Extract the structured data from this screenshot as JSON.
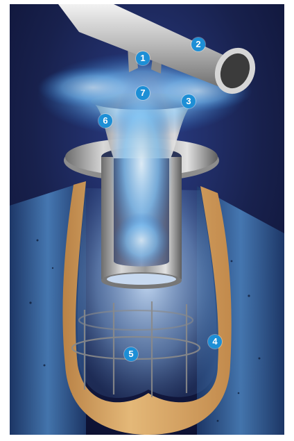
{
  "callouts": [
    "1",
    "2",
    "3",
    "4",
    "5",
    "6",
    "7"
  ],
  "colors": {
    "background": "#141a3a",
    "callout_fill": "#1d8fd6",
    "steam": "#8fd3ff",
    "metal": "#c9c9c9",
    "lining": "#d8a35c",
    "concrete": "#3a6fa8"
  }
}
